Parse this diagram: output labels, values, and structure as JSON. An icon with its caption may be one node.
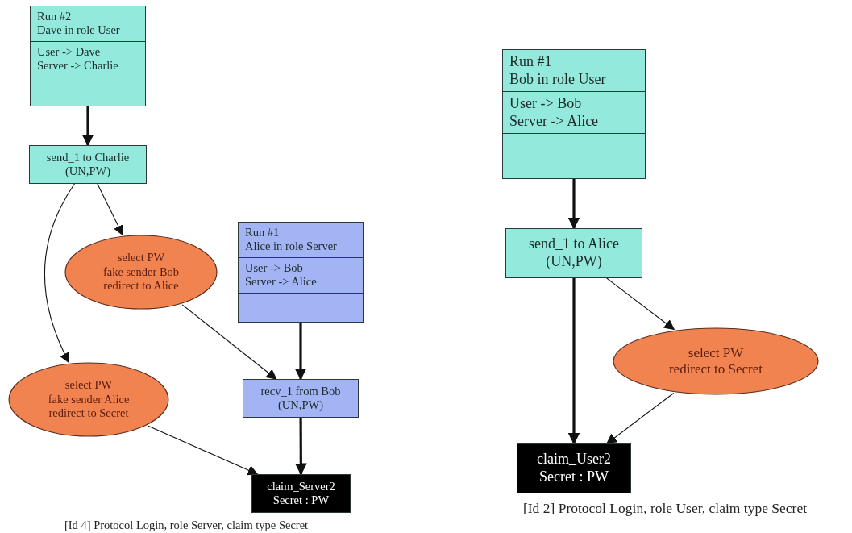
{
  "diagram": {
    "nodes": [
      {
        "text": [
          "Run #2",
          "Dave in role User",
          "User -> Dave",
          "Server -> Charlie"
        ]
      },
      {
        "text": [
          "send_1 to Charlie (UN,PW)"
        ]
      },
      {
        "text": [
          "select PW",
          "fake sender Bob",
          "redirect to Alice"
        ]
      },
      {
        "text": [
          "Run #1",
          "Alice in role Server",
          "User -> Bob",
          "Server -> Alice"
        ]
      },
      {
        "text": [
          "select PW",
          "fake sender Alice",
          "redirect to Secret"
        ]
      },
      {
        "text": [
          "recv_1 from Bob (UN,PW)"
        ]
      },
      {
        "text": [
          "claim_Server2 Secret : PW"
        ]
      },
      {
        "text": [
          "Run #1",
          "Bob in role User",
          "User -> Bob",
          "Server -> Alice"
        ]
      },
      {
        "text": [
          "send_1 to Alice (UN,PW)"
        ]
      },
      {
        "text": [
          "select PW",
          "redirect to Secret"
        ]
      },
      {
        "text": [
          "claim_User2 Secret : PW"
        ]
      }
    ],
    "edges": [
      {
        "from": 0,
        "to": 1,
        "arrow": "to",
        "style": "thick"
      },
      {
        "from": 1,
        "to": 2,
        "arrow": "to"
      },
      {
        "from": 1,
        "to": 4,
        "arrow": "to"
      },
      {
        "from": 2,
        "to": 5,
        "arrow": "to"
      },
      {
        "from": 3,
        "to": 5,
        "arrow": "to",
        "style": "thick"
      },
      {
        "from": 4,
        "to": 6,
        "arrow": "to"
      },
      {
        "from": 5,
        "to": 6,
        "arrow": "to",
        "style": "thick"
      },
      {
        "from": 7,
        "to": 8,
        "arrow": "to",
        "style": "thick"
      },
      {
        "from": 8,
        "to": 10,
        "arrow": "to",
        "style": "thick"
      },
      {
        "from": 8,
        "to": 9,
        "arrow": "to"
      },
      {
        "from": 9,
        "to": 10,
        "arrow": "to"
      }
    ],
    "labels": [
      "[Id 4] Protocol Login, role Server, claim type Secret",
      "[Id 2] Protocol Login, role User, claim type Secret"
    ]
  }
}
